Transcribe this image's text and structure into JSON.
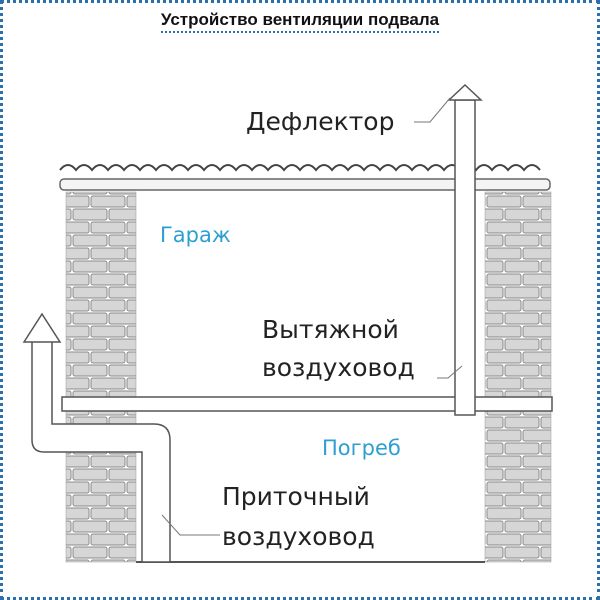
{
  "title": "Устройство вентиляции подвала",
  "labels": {
    "deflector": "Дефлектор",
    "garage": "Гараж",
    "exhaust_line1": "Вытяжной",
    "exhaust_line2": "воздуховод",
    "cellar": "Погреб",
    "supply_line1": "Приточный",
    "supply_line2": "воздуховод"
  },
  "colors": {
    "frame": "#2a6fb0",
    "room_label": "#2d9fd2",
    "text": "#222222",
    "line": "#555555"
  }
}
